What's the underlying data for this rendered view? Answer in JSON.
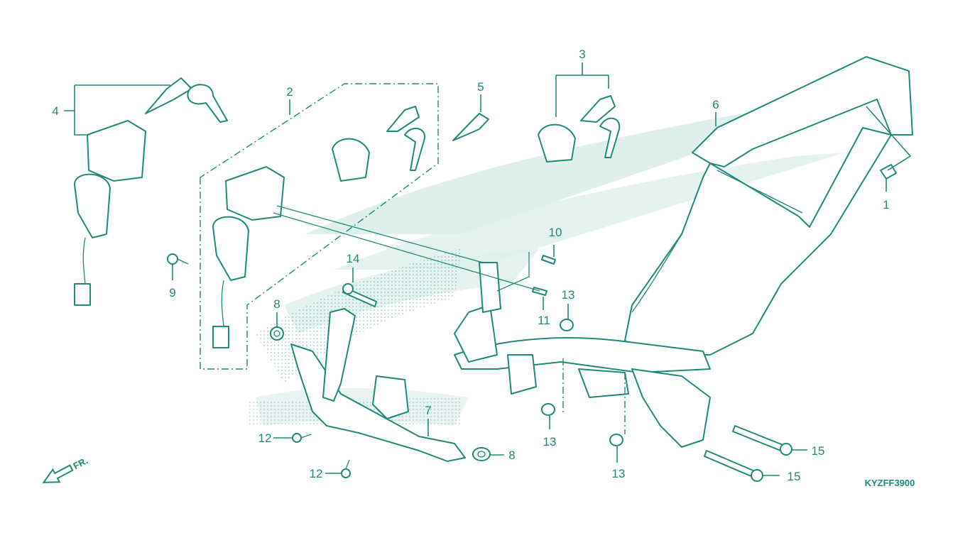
{
  "diagram": {
    "code": "KYZFF3900",
    "front_label": "FR.",
    "colors": {
      "line": "#1f8a78",
      "watermark": "#dff0ec",
      "background": "#ffffff"
    }
  },
  "callouts": [
    {
      "id": "c1",
      "label": "1"
    },
    {
      "id": "c2",
      "label": "2"
    },
    {
      "id": "c3",
      "label": "3"
    },
    {
      "id": "c4",
      "label": "4"
    },
    {
      "id": "c5",
      "label": "5"
    },
    {
      "id": "c6",
      "label": "6"
    },
    {
      "id": "c7",
      "label": "7"
    },
    {
      "id": "c8a",
      "label": "8"
    },
    {
      "id": "c8b",
      "label": "8"
    },
    {
      "id": "c9",
      "label": "9"
    },
    {
      "id": "c10",
      "label": "10"
    },
    {
      "id": "c11",
      "label": "11"
    },
    {
      "id": "c12a",
      "label": "12"
    },
    {
      "id": "c12b",
      "label": "12"
    },
    {
      "id": "c13a",
      "label": "13"
    },
    {
      "id": "c13b",
      "label": "13"
    },
    {
      "id": "c13c",
      "label": "13"
    },
    {
      "id": "c14",
      "label": "14"
    },
    {
      "id": "c15a",
      "label": "15"
    },
    {
      "id": "c15b",
      "label": "15"
    }
  ]
}
